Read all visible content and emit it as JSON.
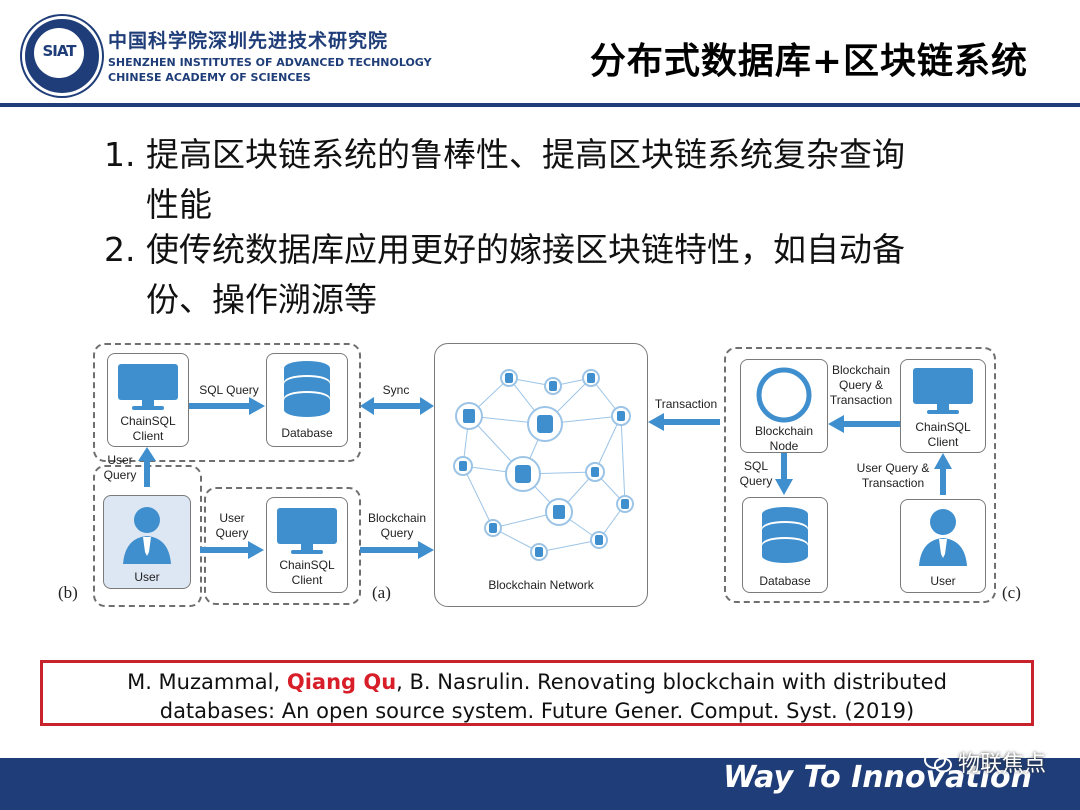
{
  "header": {
    "logo_text": "SIAT",
    "org_cn": "中国科学院深圳先进技术研究院",
    "org_en_line1": "SHENZHEN INSTITUTES OF ADVANCED TECHNOLOGY",
    "org_en_line2": "CHINESE ACADEMY OF SCIENCES",
    "title": "分布式数据库+区块链系统"
  },
  "bullets": [
    {
      "num": "1.",
      "line1": "提高区块链系统的鲁棒性、提高区块链系统复杂查询",
      "line2": "性能"
    },
    {
      "num": "2.",
      "line1": "使传统数据库应用更好的嫁接区块链特性，如自动备",
      "line2": "份、操作溯源等"
    }
  ],
  "diagram": {
    "left": {
      "chainsql_client_top": [
        "ChainSQL",
        "Client"
      ],
      "sql_query": "SQL Query",
      "database": "Database",
      "user_query_vertical": [
        "User",
        "Query"
      ],
      "user": "User",
      "user_query_horizontal": [
        "User",
        "Query"
      ],
      "chainsql_client_bottom": [
        "ChainSQL",
        "Client"
      ],
      "label_b": "(b)",
      "label_a": "(a)"
    },
    "middle": {
      "sync": "Sync",
      "blockchain_query": [
        "Blockchain",
        "Query"
      ],
      "network": "Blockchain Network",
      "transaction": "Transaction"
    },
    "right": {
      "blockchain_node": [
        "Blockchain",
        "Node"
      ],
      "query_transaction": [
        "Blockchain",
        "Query &",
        "Transaction"
      ],
      "chainsql_client": [
        "ChainSQL",
        "Client"
      ],
      "sql_query": [
        "SQL",
        "Query"
      ],
      "user_query_transaction": [
        "User Query &",
        "Transaction"
      ],
      "database": "Database",
      "user": "User",
      "label_c": "(c)"
    }
  },
  "citation": {
    "part1": "M. Muzammal, ",
    "highlight": "Qiang Qu",
    "part2": ", B. Nasrulin. Renovating blockchain with distributed",
    "line2": "databases: An open source system. Future Gener. Comput. Syst. (2019)"
  },
  "footer": {
    "slogan": "Way To Innovation",
    "watermark": "物联焦点"
  },
  "colors": {
    "brand": "#1f3d78",
    "accent": "#3f8fce",
    "highlight": "#d81e28"
  }
}
